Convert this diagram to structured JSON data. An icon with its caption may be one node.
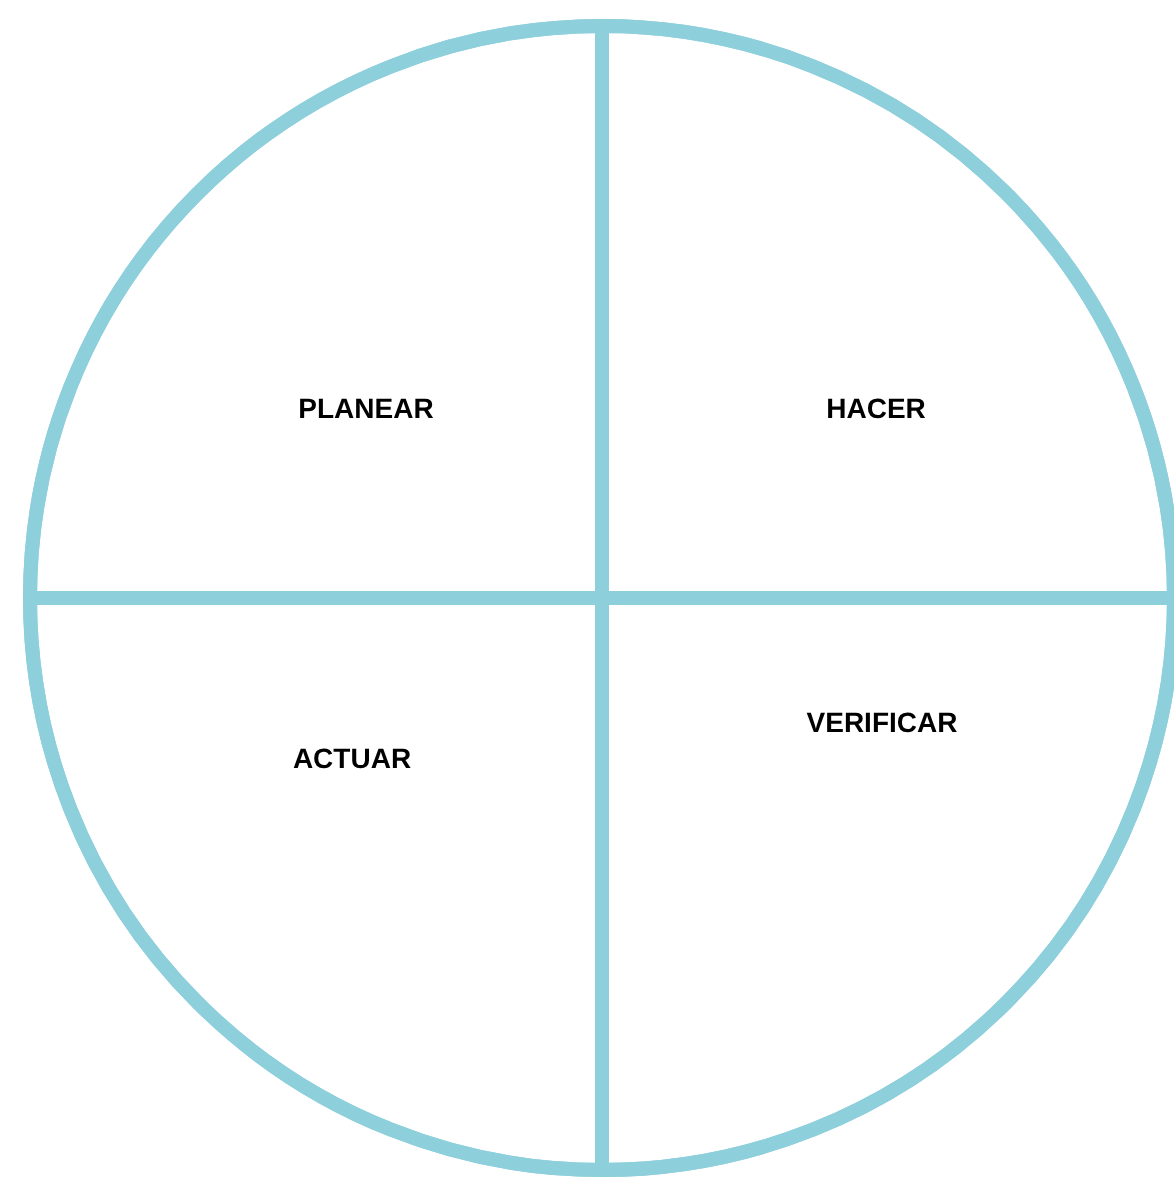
{
  "diagram": {
    "nodes": [
      {
        "text": [],
        "shape": "circle"
      },
      {
        "text": [
          "PLANEAR"
        ],
        "in": 0
      },
      {
        "text": [
          "HACER"
        ],
        "in": 0
      },
      {
        "text": [
          "ACTUAR"
        ],
        "in": 0
      },
      {
        "text": [
          "VERIFICAR"
        ],
        "in": 0
      }
    ]
  }
}
